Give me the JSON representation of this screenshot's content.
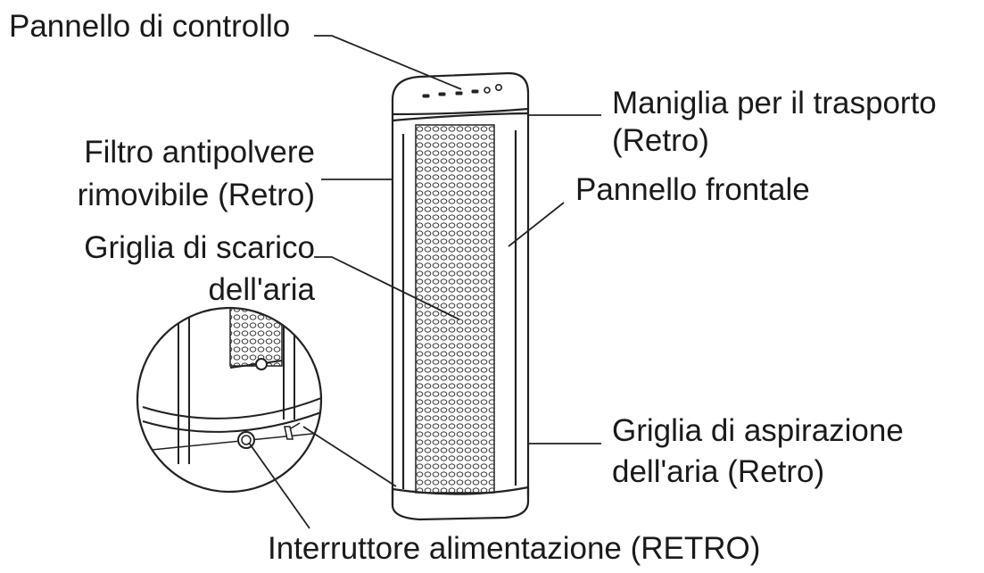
{
  "labels": {
    "control_panel": "Pannello di controllo",
    "carry_handle_line1": "Maniglia per il trasporto",
    "carry_handle_line2": "(Retro)",
    "dust_filter_line1": "Filtro antipolvere",
    "dust_filter_line2": "rimovibile (Retro)",
    "front_panel": "Pannello frontale",
    "outlet_grille_line1": "Griglia di scarico",
    "outlet_grille_line2": "dell'aria",
    "intake_grille_line1": "Griglia di aspirazione",
    "intake_grille_line2": "dell'aria (Retro)",
    "power_switch": "Interruttore alimentazione (RETRO)"
  }
}
